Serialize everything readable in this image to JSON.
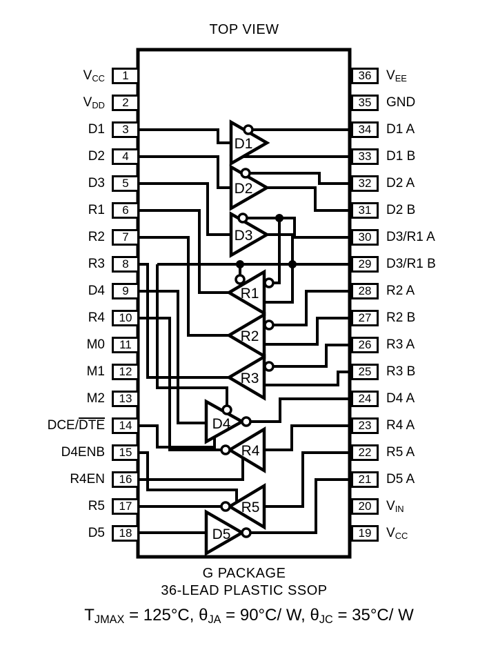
{
  "title": "TOP VIEW",
  "package_lines": [
    "G PACKAGE",
    "36-LEAD PLASTIC SSOP"
  ],
  "thermal": [
    {
      "t": "T"
    },
    {
      "sub": "JMAX"
    },
    {
      "t": " = 125°C, "
    },
    {
      "t": "θ"
    },
    {
      "sub": "JA"
    },
    {
      "t": " = 90°C/ W, "
    },
    {
      "t": "θ"
    },
    {
      "sub": "JC"
    },
    {
      "t": " = 35°C/ W"
    }
  ],
  "pins": {
    "left": [
      {
        "num": "1",
        "label": [
          {
            "t": "V"
          },
          {
            "sub": "CC"
          }
        ]
      },
      {
        "num": "2",
        "label": [
          {
            "t": "V"
          },
          {
            "sub": "DD"
          }
        ]
      },
      {
        "num": "3",
        "label": [
          {
            "t": "D1"
          }
        ]
      },
      {
        "num": "4",
        "label": [
          {
            "t": "D2"
          }
        ]
      },
      {
        "num": "5",
        "label": [
          {
            "t": "D3"
          }
        ]
      },
      {
        "num": "6",
        "label": [
          {
            "t": "R1"
          }
        ]
      },
      {
        "num": "7",
        "label": [
          {
            "t": "R2"
          }
        ]
      },
      {
        "num": "8",
        "label": [
          {
            "t": "R3"
          }
        ]
      },
      {
        "num": "9",
        "label": [
          {
            "t": "D4"
          }
        ]
      },
      {
        "num": "10",
        "label": [
          {
            "t": "R4"
          }
        ]
      },
      {
        "num": "11",
        "label": [
          {
            "t": "M0"
          }
        ]
      },
      {
        "num": "12",
        "label": [
          {
            "t": "M1"
          }
        ]
      },
      {
        "num": "13",
        "label": [
          {
            "t": "M2"
          }
        ]
      },
      {
        "num": "14",
        "label": [
          {
            "t": "DCE/"
          },
          {
            "over": "DTE"
          }
        ]
      },
      {
        "num": "15",
        "label": [
          {
            "t": "D4ENB"
          }
        ]
      },
      {
        "num": "16",
        "label": [
          {
            "t": "R4EN"
          }
        ]
      },
      {
        "num": "17",
        "label": [
          {
            "t": "R5"
          }
        ]
      },
      {
        "num": "18",
        "label": [
          {
            "t": "D5"
          }
        ]
      }
    ],
    "right": [
      {
        "num": "36",
        "label": [
          {
            "t": "V"
          },
          {
            "sub": "EE"
          }
        ]
      },
      {
        "num": "35",
        "label": [
          {
            "t": "GND"
          }
        ]
      },
      {
        "num": "34",
        "label": [
          {
            "t": "D1 A"
          }
        ]
      },
      {
        "num": "33",
        "label": [
          {
            "t": "D1 B"
          }
        ]
      },
      {
        "num": "32",
        "label": [
          {
            "t": "D2 A"
          }
        ]
      },
      {
        "num": "31",
        "label": [
          {
            "t": "D2 B"
          }
        ]
      },
      {
        "num": "30",
        "label": [
          {
            "t": "D3/R1 A"
          }
        ]
      },
      {
        "num": "29",
        "label": [
          {
            "t": "D3/R1 B"
          }
        ]
      },
      {
        "num": "28",
        "label": [
          {
            "t": "R2 A"
          }
        ]
      },
      {
        "num": "27",
        "label": [
          {
            "t": "R2 B"
          }
        ]
      },
      {
        "num": "26",
        "label": [
          {
            "t": "R3 A"
          }
        ]
      },
      {
        "num": "25",
        "label": [
          {
            "t": "R3 B"
          }
        ]
      },
      {
        "num": "24",
        "label": [
          {
            "t": "D4 A"
          }
        ]
      },
      {
        "num": "23",
        "label": [
          {
            "t": "R4 A"
          }
        ]
      },
      {
        "num": "22",
        "label": [
          {
            "t": "R5 A"
          }
        ]
      },
      {
        "num": "21",
        "label": [
          {
            "t": "D5 A"
          }
        ]
      },
      {
        "num": "20",
        "label": [
          {
            "t": "V"
          },
          {
            "sub": "IN"
          }
        ]
      },
      {
        "num": "19",
        "label": [
          {
            "t": "V"
          },
          {
            "sub": "CC"
          }
        ]
      }
    ]
  },
  "buffers": {
    "d1": "D1",
    "d2": "D2",
    "d3": "D3",
    "d4": "D4",
    "d5": "D5",
    "r1": "R1",
    "r2": "R2",
    "r3": "R3",
    "r4": "R4",
    "r5": "R5"
  },
  "colors": {
    "ink": "#000000",
    "paper": "#ffffff"
  }
}
